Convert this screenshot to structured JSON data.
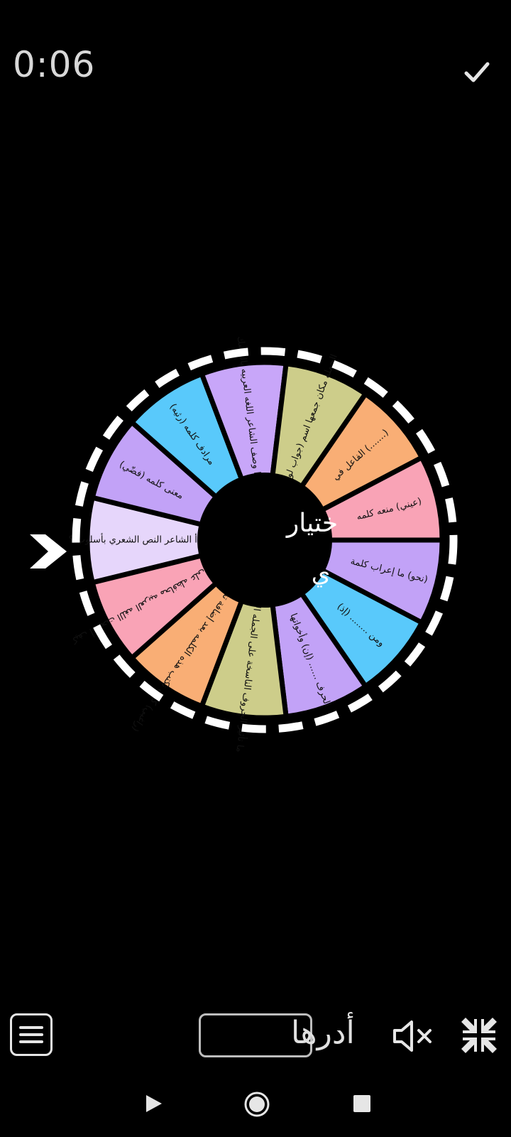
{
  "timer": "0:06",
  "center_text": {
    "line1": "ختيار",
    "line2": "ي"
  },
  "spin_button_label": "أدرها",
  "icons": {
    "confirm": "check-icon",
    "pointer": "chevron-right-icon",
    "menu": "hamburger-menu-icon",
    "mute": "speaker-muted-icon",
    "shrink": "exit-fullscreen-icon",
    "nav_back": "triangle-back-icon",
    "nav_home": "circle-home-icon",
    "nav_recent": "square-recent-icon"
  },
  "colors": {
    "background": "#000000",
    "rim": "#ffffff",
    "hub": "#000000",
    "text": "#111111"
  },
  "wheel": {
    "segments": [
      {
        "text": "بدأ الشاعر النص الشعري بأسلوب.؟",
        "color": "#e6d6fb"
      },
      {
        "text": "معنى كلمه (فضّي)",
        "color": "#c2a2f7"
      },
      {
        "text": "مرادف كلمه (رثيه)",
        "color": "#59c9fb"
      },
      {
        "text": "لماذا وصف الشاعر اللغه العربيه بالمسك",
        "color": "#c8a6f9"
      },
      {
        "text": "الجمله مكان جمعها اسم (جواب لولا)",
        "color": "#cdcd8a"
      },
      {
        "text": "(.......) الفاعل في",
        "color": "#f9ae75"
      },
      {
        "text": "(عيني) منعه كلمه",
        "color": "#f9a3b6"
      },
      {
        "text": "(نحو) ما إعراب كلمة",
        "color": "#c2a2f7"
      },
      {
        "text": "ومن ........ (إذ)",
        "color": "#59c9fb"
      },
      {
        "text": "الحرف ...... (إن) وأخواتها",
        "color": "#c2a2f7"
      },
      {
        "text": "ما تأثير الحروف الناسخة على الجمله الاسمية",
        "color": "#cdcd8a"
      },
      {
        "text": "(راغبي) كيف تكتب هذه الكلمه بعد إضافة تنوين الكسر",
        "color": "#f9ae75"
      },
      {
        "text": "كيف أصبحت اللغه العربيه محافظه على تاريخها",
        "color": "#f9a3b6"
      }
    ]
  }
}
